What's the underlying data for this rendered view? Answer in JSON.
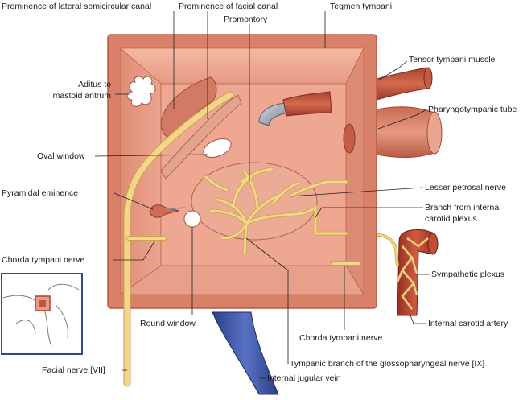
{
  "labels": {
    "prominence_lateral": "Prominence of lateral semicircular canal",
    "prominence_facial": "Prominence of facial canal",
    "tegmen": "Tegmen tympani",
    "promontory": "Promontory",
    "tensor": "Tensor tympani muscle",
    "aditus_1": "Aditus to",
    "aditus_2": "mastoid antrum",
    "pharyngotympanic": "Pharyngotympanic tube",
    "oval_window": "Oval window",
    "lesser_petrosal": "Lesser petrosal nerve",
    "pyramidal": "Pyramidal eminence",
    "branch_1": "Branch from internal",
    "branch_2": "carotid plexus",
    "chorda_left": "Chorda tympani nerve",
    "sympathetic": "Sympathetic plexus",
    "round_window": "Round window",
    "internal_carotid": "Internal carotid artery",
    "chorda_right": "Chorda tympani nerve",
    "tympanic_branch": "Tympanic branch of the glossopharyngeal nerve [IX]",
    "facial_nerve": "Facial nerve [VII]",
    "jugular": "Internal jugular vein"
  },
  "colors": {
    "box_frame": "#d9826a",
    "box_edge": "#b85c47",
    "wall_back": "#eaa48e",
    "wall_side": "#e39882",
    "nerve": "#f2d68b",
    "nerve_edge": "#c9a24a",
    "muscle": "#c0553e",
    "vein": "#3f56a8",
    "artery": "#b7402d",
    "inset_border": "#2b4c8c"
  }
}
